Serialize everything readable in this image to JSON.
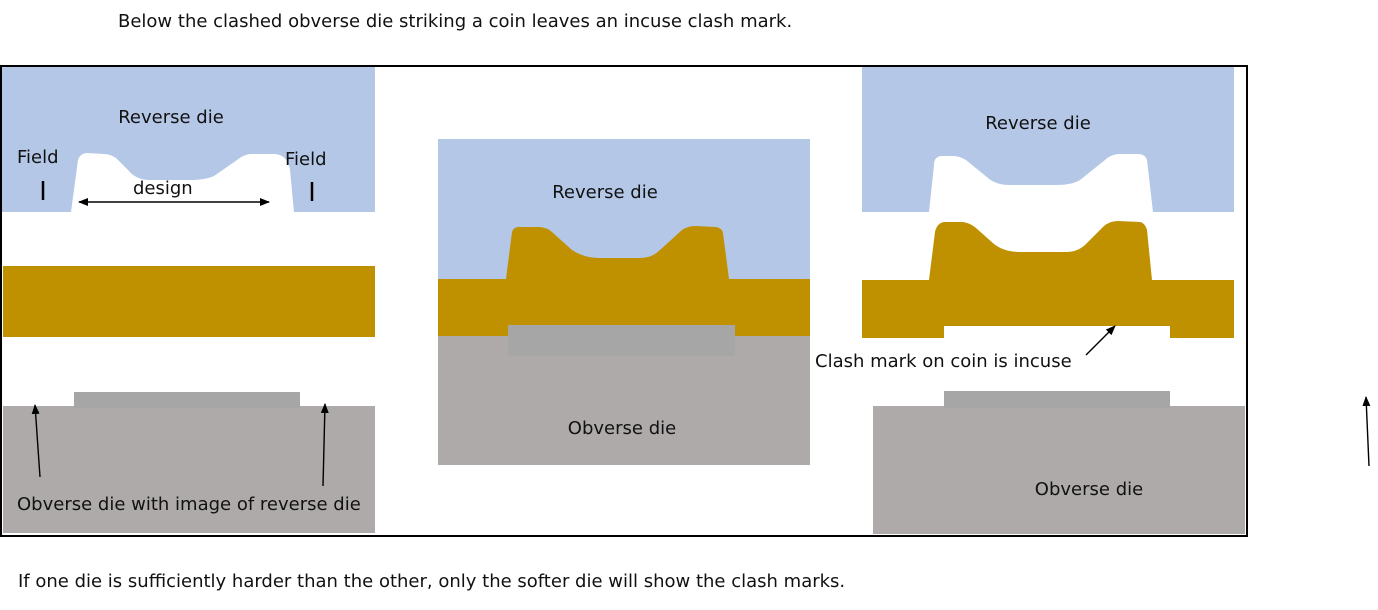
{
  "captions": {
    "top": "Below the clashed obverse die striking a coin leaves an incuse clash mark.",
    "bottom": "If one die is sufficiently harder than the other, only the softer die will show the clash marks."
  },
  "colors": {
    "reverse_die": "#b4c7e7",
    "coin": "#bf9000",
    "obverse_die": "#aeaaaa",
    "clash_image": "#a6a6a6",
    "frame": "#000000"
  },
  "panel_left": {
    "reverse_die_label": "Reverse die",
    "field_left_label": "Field",
    "field_right_label": "Field",
    "design_label": "design",
    "obverse_label": "Obverse die with image of reverse die"
  },
  "panel_middle": {
    "reverse_die_label": "Reverse die",
    "obverse_die_label": "Obverse die"
  },
  "panel_right": {
    "reverse_die_label": "Reverse die",
    "clash_mark_label": "Clash mark on coin is incuse",
    "obverse_die_label": "Obverse die"
  }
}
